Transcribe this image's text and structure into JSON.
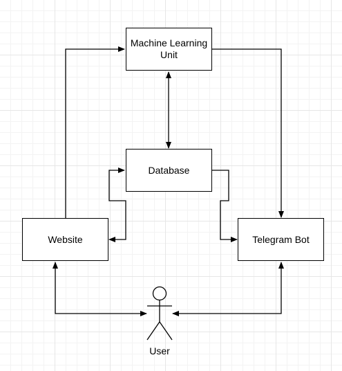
{
  "nodes": {
    "ml_unit": "Machine Learning Unit",
    "database": "Database",
    "website": "Website",
    "telegram_bot": "Telegram Bot",
    "user": "User"
  },
  "edges": [
    {
      "from": "website",
      "to": "ml_unit",
      "direction": "one-way"
    },
    {
      "from": "ml_unit",
      "to": "telegram_bot",
      "direction": "one-way"
    },
    {
      "from": "ml_unit",
      "to": "database",
      "direction": "two-way"
    },
    {
      "from": "website",
      "to": "database",
      "direction": "two-way"
    },
    {
      "from": "database",
      "to": "telegram_bot",
      "direction": "one-way"
    },
    {
      "from": "website",
      "to": "user",
      "direction": "two-way"
    },
    {
      "from": "telegram_bot",
      "to": "user",
      "direction": "two-way"
    }
  ],
  "colors": {
    "stroke": "#000000",
    "node_fill": "#ffffff",
    "grid": "#e6e6e6"
  }
}
